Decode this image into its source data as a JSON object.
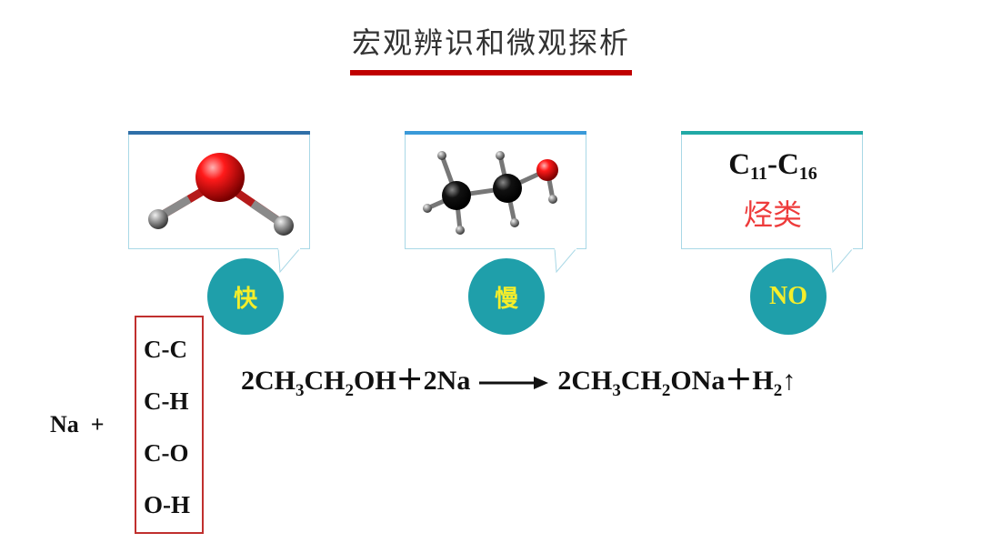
{
  "slide": {
    "title": "宏观辨识和微观探析",
    "title_bar_color": "#c00000"
  },
  "cards": [
    {
      "molecule": "water",
      "label": "快",
      "topline_color": "#2f6fa8"
    },
    {
      "molecule": "ethanol",
      "label": "慢",
      "topline_color": "#3a9ad9"
    },
    {
      "molecule": "hydrocarbon",
      "label": "NO",
      "topline_color": "#21a9a6",
      "formula_c": "C",
      "formula_n1": "11",
      "formula_sep": "-",
      "formula_n2": "16",
      "formula_class": "烃类"
    }
  ],
  "circle_color": "#1f9faa",
  "circle_text_color": "#f5ee2a",
  "reactant": {
    "na": "Na",
    "plus": "+"
  },
  "bonds": [
    "C-C",
    "C-H",
    "C-O",
    "O-H"
  ],
  "equation": {
    "left_coeff": "2CH",
    "left_sub3": "3",
    "left_ch": "CH",
    "left_sub2": "2",
    "left_oh": "OH",
    "plus1": "＋",
    "na_term": "2Na",
    "right_coeff": "2CH",
    "right_sub3": "3",
    "right_ch": "CH",
    "right_sub2": "2",
    "right_ona": "ONa",
    "plus2": "＋",
    "h": "H",
    "h_sub": "2",
    "gas_arrow": "↑"
  }
}
